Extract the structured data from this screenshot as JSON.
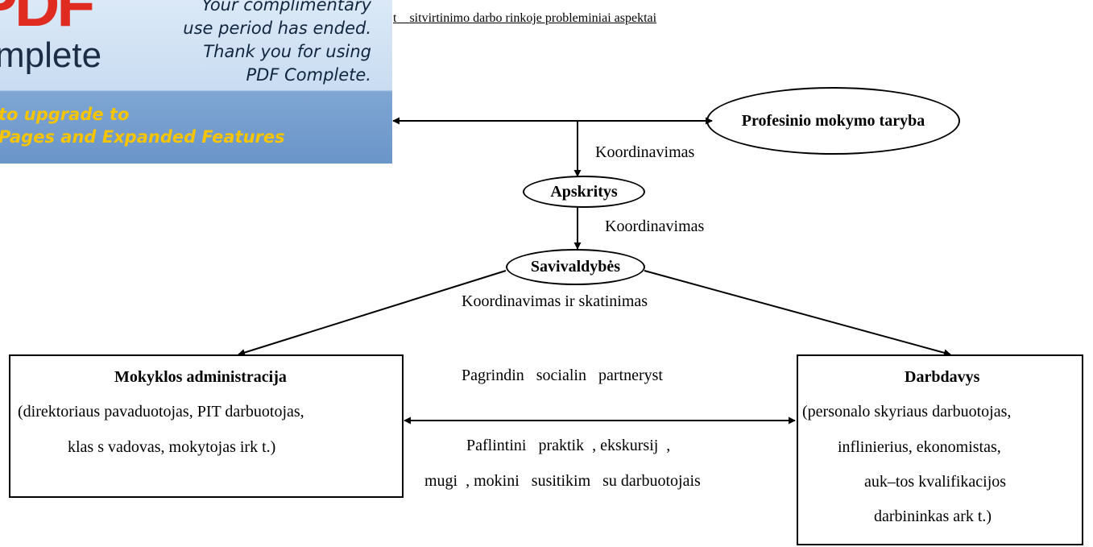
{
  "watermark": {
    "logo_pdf": "PDF",
    "logo_complete": "mplete",
    "message_lines": [
      "Your complimentary",
      "use period has ended.",
      "Thank you for using",
      "PDF Complete."
    ],
    "upgrade_lines": [
      "to upgrade to",
      "Pages and Expanded Features"
    ],
    "colors": {
      "pdf_red": "#e02b20",
      "upgrade_yellow": "#f6c400"
    }
  },
  "header": {
    "fragment": "t",
    "title": "sitvirtinimo darbo rinkoje probleminiai aspektai"
  },
  "nodes": {
    "profesinio": "Profesinio mokymo taryba",
    "apskritys": "Apskritys",
    "savivaldybes": "Savivaldybės",
    "mokyklos": {
      "title": "Mokyklos administracija",
      "lines": [
        "(direktoriaus pavaduotojas, PIT darbuotojas,",
        "klas s vadovas, mokytojas irk t.)"
      ]
    },
    "darbdavys": {
      "title": "Darbdavys",
      "lines": [
        "(personalo skyriaus darbuotojas,",
        "inflinierius, ekonomistas,",
        "auk–tos kvalifikacijos",
        "darbininkas ark t.)"
      ]
    }
  },
  "edge_labels": {
    "koord1": "Koordinavimas",
    "koord2": "Koordinavimas",
    "koord_skat": "Koordinavimas ir skatinimas",
    "partnerystes_title": "Pagrindin   socialin   partneryst",
    "partnerystes_line1": "Paflintini   praktik  , ekskursij  ,",
    "partnerystes_line2": "mugi  , mokini   susitikim   su darbuotojais"
  }
}
